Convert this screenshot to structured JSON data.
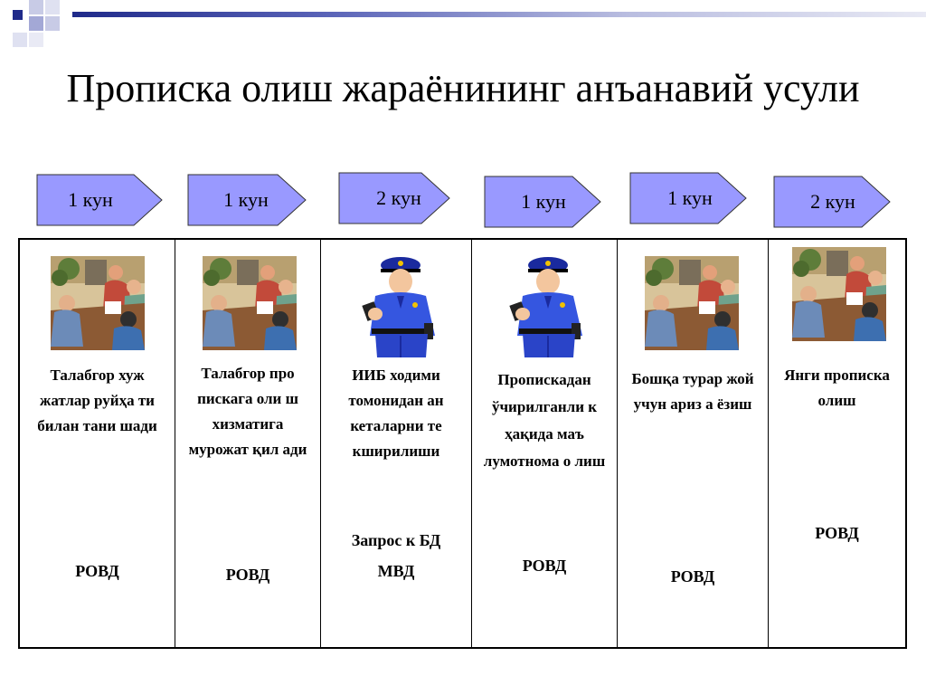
{
  "title": "Прописка олиш жараёнининг анъанавий усули",
  "steps": [
    {
      "duration": "1 кун",
      "description": "Талабгор хуж жатлар руйҳа ти билан тани шади",
      "org": "РОВД",
      "image": "office-meeting-icon"
    },
    {
      "duration": "1 кун",
      "description": "Талабгор про пискага оли ш хизматига мурожат қил ади",
      "org": "РОВД",
      "image": "office-meeting-icon"
    },
    {
      "duration": "2 кун",
      "description": "ИИБ ходими томонидан ан кеталарни те кширилиши",
      "request": "Запрос к БД",
      "org": "МВД",
      "image": "police-officer-icon"
    },
    {
      "duration": "1 кун",
      "description": "Пропискадан ўчирилганли к ҳақида маъ лумотнома о лиш",
      "org": "РОВД",
      "image": "police-officer-icon"
    },
    {
      "duration": "1 кун",
      "description": "Бошқа турар жой учун ариз а ёзиш",
      "org": "РОВД",
      "image": "office-meeting-icon"
    },
    {
      "duration": "2 кун",
      "description": "Янги прописка олиш",
      "org": "РОВД",
      "image": "office-meeting-icon"
    }
  ],
  "colors": {
    "arrow_fill": "#9999ff",
    "arrow_stroke": "#333333",
    "header_bar": "#1f2a8a"
  }
}
